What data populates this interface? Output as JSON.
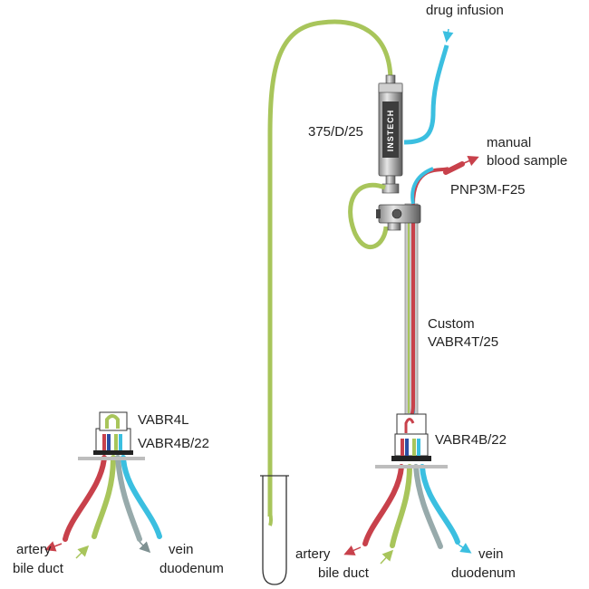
{
  "colors": {
    "artery": "#c8414b",
    "bile": "#a8c55b",
    "vein": "#3bbfe0",
    "duodenum": "#97aaab",
    "blue_tube": "#2c4fa3",
    "metal_dark": "#4a4a4a",
    "metal_light": "#d5d5d5",
    "plate": "#bdbdbd"
  },
  "labels": {
    "drug_infusion": "drug infusion",
    "swivel_model": "375/D/25",
    "swivel_brand": "INSTECH",
    "manual_line1": "manual",
    "manual_line2": "blood sample",
    "pnp": "PNP3M-F25",
    "custom_line1": "Custom",
    "custom_line2": "VABR4T/25",
    "right_base": "VABR4B/22",
    "left_cap": "VABR4L",
    "left_base": "VABR4B/22",
    "left": {
      "artery": "artery",
      "bile": "bile duct",
      "vein": "vein",
      "duodenum": "duodenum"
    },
    "right": {
      "artery": "artery",
      "bile": "bile duct",
      "vein": "vein",
      "duodenum": "duodenum"
    }
  }
}
